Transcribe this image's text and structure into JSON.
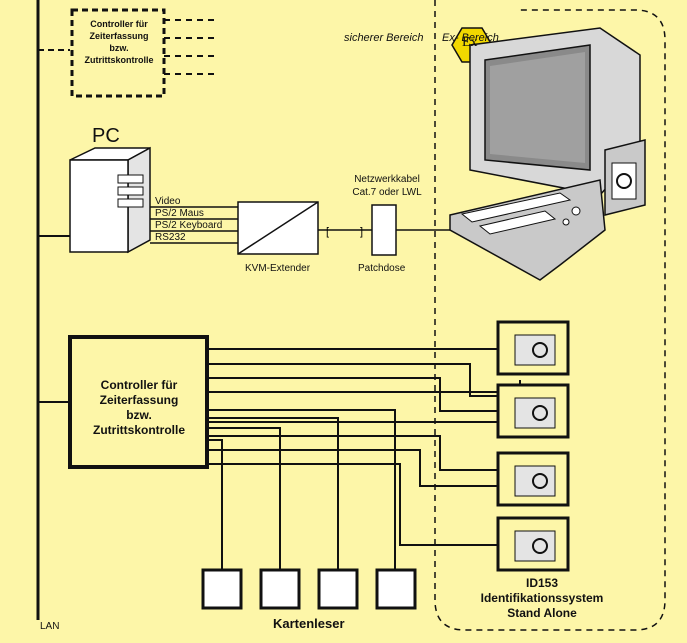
{
  "colors": {
    "background": "#fdf6a8",
    "line": "#111111",
    "ex_badge": "#f2d800",
    "device": "#c9c9c9"
  },
  "labels": {
    "controller_small": [
      "Controller für",
      "Zeiterfassung",
      "bzw.",
      "Zutrittskontrolle"
    ],
    "sicherer_bereich": "sicherer Bereich",
    "ex_bereich": "Ex- Bereich",
    "ex_symbol": "Ex",
    "pc": "PC",
    "video": "Video",
    "ps2_maus": "PS/2 Maus",
    "ps2_keyboard": "PS/2 Keyboard",
    "rs232": "RS232",
    "netzwerkkabel": [
      "Netzwerkkabel",
      "Cat.7 oder LWL"
    ],
    "kvm_extender": "KVM-Extender",
    "patchdose": "Patchdose",
    "controller_big": [
      "Controller für",
      "Zeiterfassung",
      "bzw.",
      "Zutrittskontrolle"
    ],
    "id153": [
      "ID153",
      "Identifikationssystem",
      "Stand Alone"
    ],
    "kartenleser": "Kartenleser",
    "lan": "LAN"
  },
  "icons": [
    "ex-hazard-icon",
    "pc-tower-icon",
    "kvm-extender-icon",
    "patchdose-icon",
    "terminal-icon",
    "card-reader-icon"
  ]
}
